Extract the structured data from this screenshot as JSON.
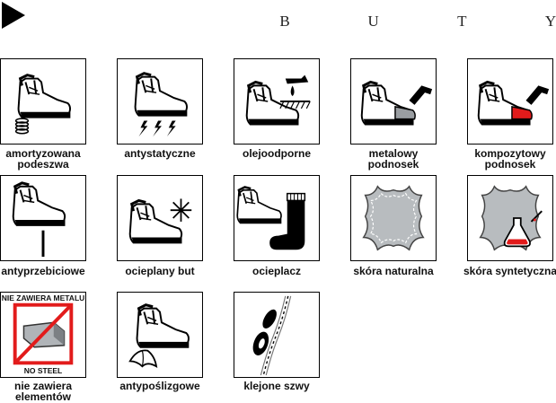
{
  "heading": [
    "B",
    "U",
    "T",
    "Y"
  ],
  "colors": {
    "accent_red": "#e21b1b",
    "leather_gray": "#b8bcbf"
  },
  "tiles": [
    {
      "label_lines": [
        "amortyzowana",
        "podeszwa"
      ],
      "icon": "shock-absorbing-sole-icon"
    },
    {
      "label_lines": [
        "antystatyczne"
      ],
      "icon": "antistatic-icon"
    },
    {
      "label_lines": [
        "olejoodporne"
      ],
      "icon": "oil-resistant-icon"
    },
    {
      "label_lines": [
        "metalowy",
        "podnosek"
      ],
      "icon": "metal-toecap-icon"
    },
    {
      "label_lines": [
        "kompozytowy",
        "podnosek"
      ],
      "icon": "composite-toecap-icon"
    },
    {
      "label_lines": [
        "antyprzebiciowe"
      ],
      "icon": "anti-puncture-icon"
    },
    {
      "label_lines": [
        "ocieplany but"
      ],
      "icon": "insulated-boot-icon"
    },
    {
      "label_lines": [
        "ocieplacz"
      ],
      "icon": "warm-sock-icon"
    },
    {
      "label_lines": [
        "skóra naturalna"
      ],
      "icon": "natural-leather-icon"
    },
    {
      "label_lines": [
        "skóra syntetyczna"
      ],
      "icon": "synthetic-leather-icon"
    },
    {
      "label_lines": [
        "nie zawiera",
        "elementów"
      ],
      "icon": "no-steel-icon",
      "overlay_top": "NIE ZAWIERA METALU",
      "overlay_bottom": "NO STEEL"
    },
    {
      "label_lines": [
        "antypoślizgowe"
      ],
      "icon": "anti-slip-icon"
    },
    {
      "label_lines": [
        "klejone szwy"
      ],
      "icon": "glued-seams-icon"
    }
  ]
}
